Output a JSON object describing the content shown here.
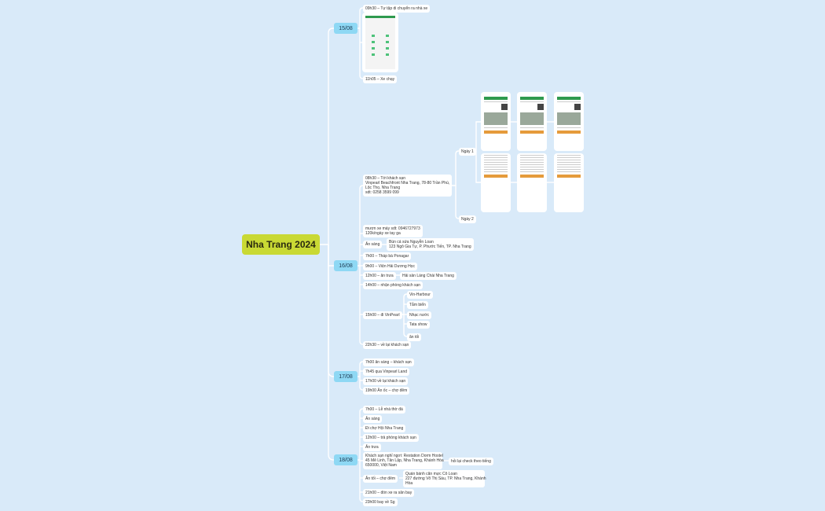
{
  "root": "Nha Trang 2024",
  "dates": [
    "15/08",
    "16/08",
    "17/08",
    "18/08"
  ],
  "d15": {
    "a": "09h30 – Tự tập di chuyển ra nhà xe",
    "b": "11h05 – Xe chạy"
  },
  "d16": {
    "hotel": [
      "08h30 – Tới khách sạn",
      "Vinpearl Beachfront Nha Trang, 78-80 Trần Phú,",
      "Lộc Thọ, Nha Trang",
      "sdt: 0258 3599 099"
    ],
    "day1": "Ngày 1",
    "day2": "Ngày 2",
    "moto": [
      "mượn xe máy sdt: 0946727973",
      "120k/ngày xe tay ga"
    ],
    "breakfast": "Ăn sáng",
    "breakfast_place": [
      "Bún cá sứa Nguyễn Loan",
      "123 Ngô Gia Tự, P. Phước Tiến, TP. Nha Trang"
    ],
    "ponagar": "7h00 – Tháp bà Ponagar",
    "ocean": "9h00 – Viện Hải Dương Học",
    "lunch": "12h00 – ăn trưa",
    "lunch_place": "Hải sản Làng Chài Nha Trang",
    "checkin": "14h00 – nhận phòng khách sạn",
    "vinpearl": "15h00 – đi VinPearl",
    "vin_items": [
      "Vin-Harbour",
      "Tắm biển",
      "Nhạc nước",
      "Tata show",
      "ăn tối"
    ],
    "back": "22h30 – về lại khách sạn"
  },
  "d17": [
    "7h00 ăn sáng – khách sạn",
    "7h45 qua Vinpearl Land",
    "17h00 về lại khách sạn",
    "19h00 Ăn ốc – chợ đêm"
  ],
  "d18": {
    "items": [
      "7h00 – Lễ nhà thờ đá",
      "Ăn sáng",
      "Đi chợ Hội Nha Trang",
      "12h00 – trả phòng khách sạn",
      "Ăn trưa"
    ],
    "hostel": [
      "Khách sạn nghỉ ngơi: Restation Dorm Hostel",
      "45 Mê Linh, Tân Lập, Nha Trang, Khánh Hòa",
      "650000, Việt Nam"
    ],
    "hostel_note": "hỏi lại check theo tiếng",
    "dinner": "Ăn tối – chợ đêm",
    "dinner_place": [
      "Quán bánh căn mực Cô Loan",
      "227 đường Võ Thị Sáu, TP. Nha Trang, Khánh",
      "Hòa"
    ],
    "bus": "21h00 – đón xe ra sân bay",
    "flight": "23h00 bay về Sg"
  },
  "colors": {
    "background": "#d9eaf9",
    "root": "#c9d934",
    "date": "#8ed8f4",
    "line": "#ffffff"
  }
}
